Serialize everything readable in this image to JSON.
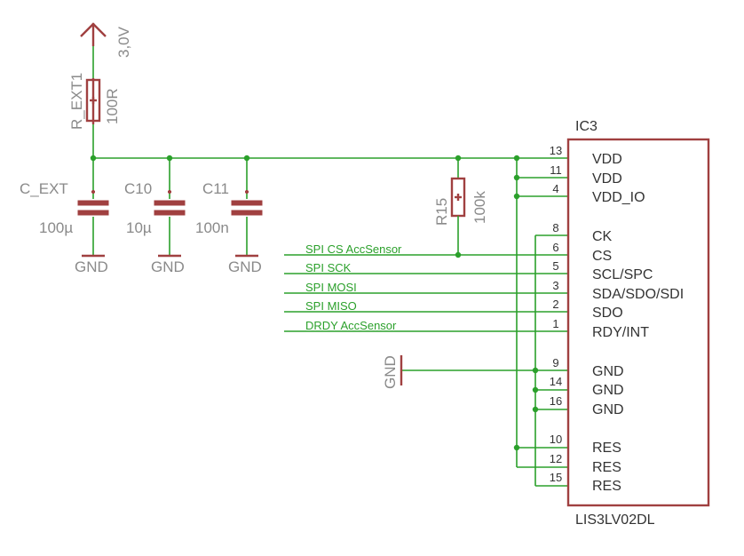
{
  "supply": {
    "label": "3,0V"
  },
  "r_ext": {
    "name": "R_EXT1",
    "value": "100R"
  },
  "capacitors": [
    {
      "name": "C_EXT",
      "value": "100µ",
      "gnd": "GND"
    },
    {
      "name": "C10",
      "value": "10µ",
      "gnd": "GND"
    },
    {
      "name": "C11",
      "value": "100n",
      "gnd": "GND"
    }
  ],
  "r15": {
    "name": "R15",
    "value": "100k"
  },
  "gnd_symbol": {
    "label": "GND"
  },
  "ic": {
    "name": "IC3",
    "part": "LIS3LV02DL",
    "pins": [
      {
        "num": "13",
        "name": "VDD"
      },
      {
        "num": "11",
        "name": "VDD"
      },
      {
        "num": "4",
        "name": "VDD_IO"
      },
      {
        "num": "8",
        "name": "CK"
      },
      {
        "num": "6",
        "name": "CS"
      },
      {
        "num": "5",
        "name": "SCL/SPC"
      },
      {
        "num": "3",
        "name": "SDA/SDO/SDI"
      },
      {
        "num": "2",
        "name": "SDO"
      },
      {
        "num": "1",
        "name": "RDY/INT"
      },
      {
        "num": "9",
        "name": "GND"
      },
      {
        "num": "14",
        "name": "GND"
      },
      {
        "num": "16",
        "name": "GND"
      },
      {
        "num": "10",
        "name": "RES"
      },
      {
        "num": "12",
        "name": "RES"
      },
      {
        "num": "15",
        "name": "RES"
      }
    ]
  },
  "nets": [
    {
      "label": "SPI CS AccSensor"
    },
    {
      "label": "SPI SCK"
    },
    {
      "label": "SPI MOSI"
    },
    {
      "label": "SPI MISO"
    },
    {
      "label": "DRDY AccSensor"
    }
  ]
}
